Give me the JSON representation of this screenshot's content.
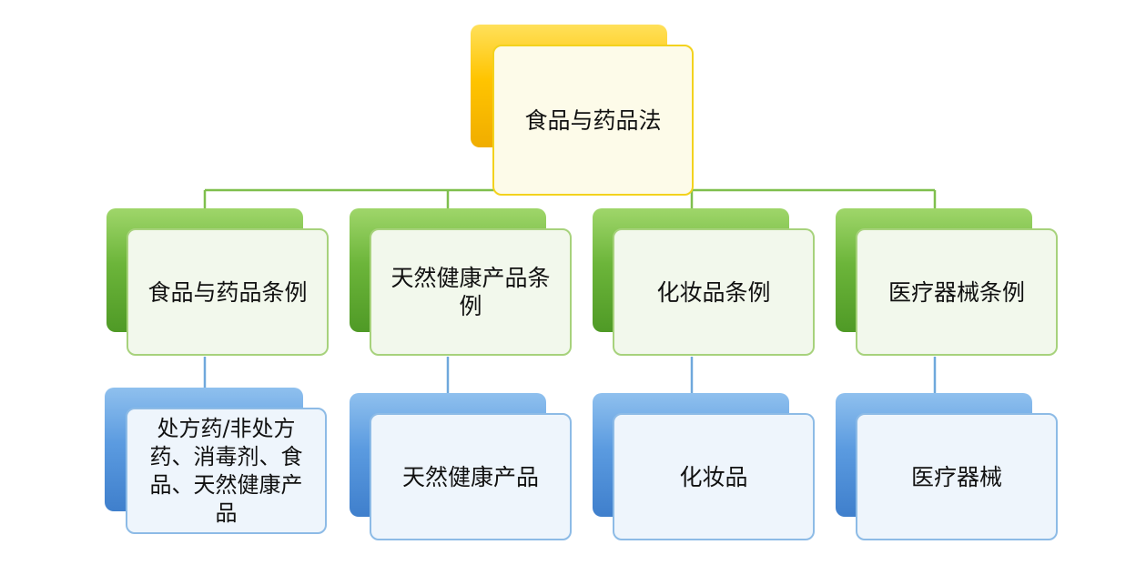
{
  "root": {
    "label": "食品与药品法"
  },
  "regulations": [
    {
      "label": "食品与药品条例",
      "covers": "处方药/非处方药、消毒剂、食品、天然健康产品"
    },
    {
      "label": "天然健康产品条例",
      "covers": "天然健康产品"
    },
    {
      "label": "化妆品条例",
      "covers": "化妆品"
    },
    {
      "label": "医疗器械条例",
      "covers": "医疗器械"
    }
  ],
  "colors": {
    "root_accent": "#ffc400",
    "regulation_accent": "#6cb53a",
    "product_accent": "#5b9be0",
    "connector_green": "#7fbf4d",
    "connector_blue": "#6fa8dc"
  }
}
